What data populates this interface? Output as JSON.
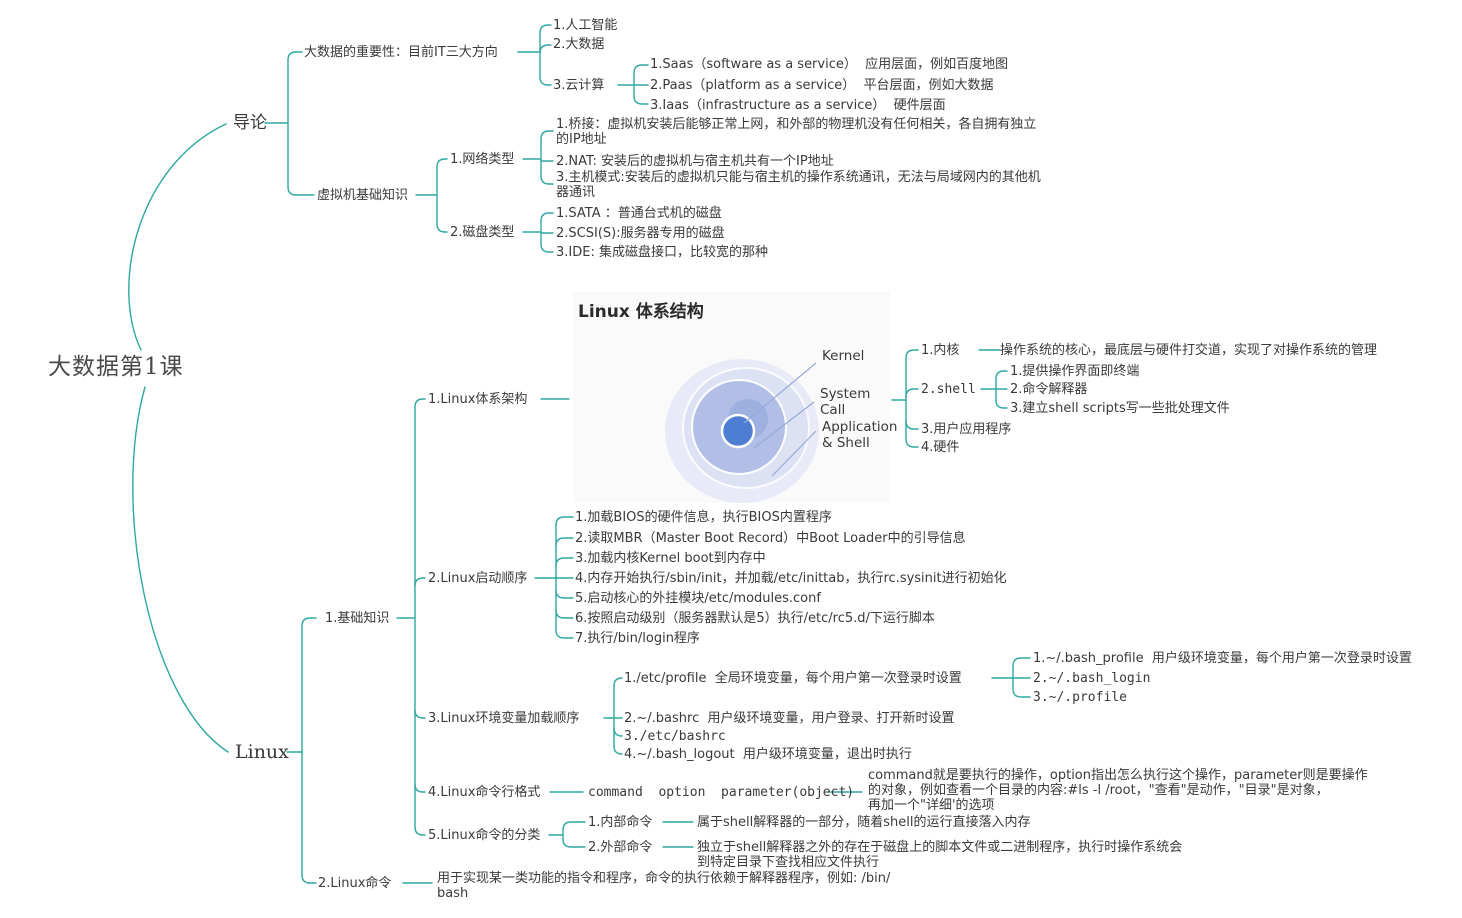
{
  "colors": {
    "line": "#2fa8a1",
    "text": "#3a3a3a",
    "diagram_center": "#4e7ed2",
    "diagram_ring": "#b1bfe7",
    "diagram_outer": "#e8ebf7"
  },
  "root": {
    "label": "大数据第1课"
  },
  "intro": {
    "label": "导论",
    "importance": {
      "label": "大数据的重要性：目前IT三大方向",
      "items": [
        "1.人工智能",
        "2.大数据",
        "3.云计算"
      ],
      "cloud": [
        "1.Saas（software as a service）  应用层面，例如百度地图",
        "2.Paas（platform as a service）  平台层面，例如大数据",
        "3.Iaas（infrastructure as a service）  硬件层面"
      ]
    },
    "vm": {
      "label": "虚拟机基础知识",
      "network": {
        "label": "1.网络类型",
        "items": [
          "1.桥接：虚拟机安装后能够正常上网，和外部的物理机没有任何相关，各自拥有独立\n的IP地址",
          "2.NAT: 安装后的虚拟机与宿主机共有一个IP地址",
          "3.主机模式:安装后的虚拟机只能与宿主机的操作系统通讯，无法与局域网内的其他机\n器通讯"
        ]
      },
      "disk": {
        "label": "2.磁盘类型",
        "items": [
          "1.SATA ：普通台式机的磁盘",
          "2.SCSI(S):服务器专用的磁盘",
          "3.IDE: 集成磁盘接口，比较宽的那种"
        ]
      }
    }
  },
  "linux": {
    "label": "Linux",
    "basics": {
      "label": "1.基础知识",
      "arch": {
        "label": "1.Linux体系架构",
        "diagram": {
          "title": "Linux 体系结构",
          "labels": [
            "Kernel",
            "System Call",
            "Application\n& Shell"
          ]
        },
        "kernel": {
          "label": "1.内核",
          "note": "操作系统的核心，最底层与硬件打交道，实现了对操作系统的管理"
        },
        "shell": {
          "label": "2.shell",
          "items": [
            "1.提供操作界面即终端",
            "2.命令解释器",
            "3.建立shell scripts写一些批处理文件"
          ]
        },
        "user": "3.用户应用程序",
        "hardware": "4.硬件"
      },
      "boot": {
        "label": "2.Linux启动顺序",
        "items": [
          "1.加载BIOS的硬件信息，执行BIOS内置程序",
          "2.读取MBR（Master Boot Record）中Boot Loader中的引导信息",
          "3.加载内核Kernel boot到内存中",
          "4.内存开始执行/sbin/init，并加载/etc/inittab，执行rc.sysinit进行初始化",
          "5.启动核心的外挂模块/etc/modules.conf",
          "6.按照启动级别（服务器默认是5）执行/etc/rc5.d/下运行脚本",
          "7.执行/bin/login程序"
        ]
      },
      "env": {
        "label": "3.Linux环境变量加载顺序",
        "items": [
          "1./etc/profile  全局环境变量，每个用户第一次登录时设置",
          "2.~/.bashrc  用户级环境变量，用户登录、打开新时设置",
          "3./etc/bashrc",
          "4.~/.bash_logout  用户级环境变量，退出时执行"
        ],
        "profile_items": [
          "1.~/.bash_profile  用户级环境变量，每个用户第一次登录时设置",
          "2.~/.bash_login",
          "3.~/.profile"
        ]
      },
      "cmdline": {
        "label": "4.Linux命令行格式",
        "format": "command  option  parameter(object)",
        "note": "command就是要执行的操作，option指出怎么执行这个操作，parameter则是要操作\n的对象，例如查看一个目录的内容:#ls -l /root，\"查看\"是动作，\"目录\"是对象，\n再加一个\"详细'的选项"
      },
      "cmdclass": {
        "label": "5.Linux命令的分类",
        "internal": {
          "label": "1.内部命令",
          "note": "属于shell解释器的一部分，随着shell的运行直接落入内存"
        },
        "external": {
          "label": "2.外部命令",
          "note": "独立于shell解释器之外的存在于磁盘上的脚本文件或二进制程序，执行时操作系统会\n到特定目录下查找相应文件执行"
        }
      }
    },
    "commands": {
      "label": "2.Linux命令",
      "note": "用于实现某一类功能的指令和程序，命令的执行依赖于解释器程序，例如: /bin/\nbash"
    }
  }
}
